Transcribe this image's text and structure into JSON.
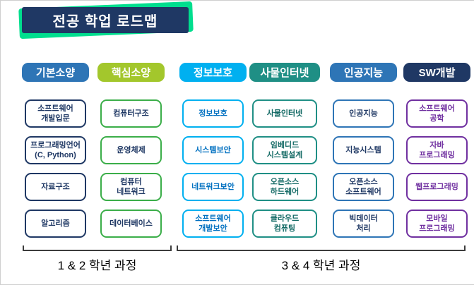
{
  "title": "전공 학업 로드맵",
  "title_bg": "#1F3864",
  "accent_color": "#00DE8E",
  "columns": [
    {
      "header": "기본소양",
      "colors": {
        "header_bg": "#2E75B6",
        "item_border": "#1F3864",
        "item_text": "#1F3864"
      },
      "items": [
        "소프트웨어\n개발입문",
        "프로그래밍언어\n(C, Python)",
        "자료구조",
        "알고리즘"
      ]
    },
    {
      "header": "핵심소양",
      "colors": {
        "header_bg": "#A3C72C",
        "item_border": "#3BAE49",
        "item_text": "#1F3864"
      },
      "items": [
        "컴퓨터구조",
        "운영체제",
        "컴퓨터\n네트워크",
        "데이터베이스"
      ]
    },
    {
      "header": "정보보호",
      "colors": {
        "header_bg": "#00B0F0",
        "item_border": "#00B0F0",
        "item_text": "#0070C0"
      },
      "items": [
        "정보보호",
        "시스템보안",
        "네트워크보안",
        "소프트웨어\n개발보안"
      ]
    },
    {
      "header": "사물인터넷",
      "colors": {
        "header_bg": "#1F8F85",
        "item_border": "#1F8F85",
        "item_text": "#156B66"
      },
      "items": [
        "사물인터넷",
        "임베디드\n시스템설계",
        "오픈소스\n하드웨어",
        "클라우드\n컴퓨팅"
      ]
    },
    {
      "header": "인공지능",
      "colors": {
        "header_bg": "#2E75B6",
        "item_border": "#2E75B6",
        "item_text": "#1F3864"
      },
      "items": [
        "인공지능",
        "지능시스템",
        "오픈소스\n소프트웨어",
        "빅데이터\n처리"
      ]
    },
    {
      "header": "SW개발",
      "colors": {
        "header_bg": "#1F3864",
        "item_border": "#7030A0",
        "item_text": "#7030A0"
      },
      "items": [
        "소프트웨어\n공학",
        "자바\n프로그래밍",
        "웹프로그래밍",
        "모바일\n프로그래밍"
      ]
    }
  ],
  "footer": {
    "groups": [
      {
        "label": "1 & 2 학년 과정"
      },
      {
        "label": "3 & 4 학년 과정"
      }
    ]
  }
}
